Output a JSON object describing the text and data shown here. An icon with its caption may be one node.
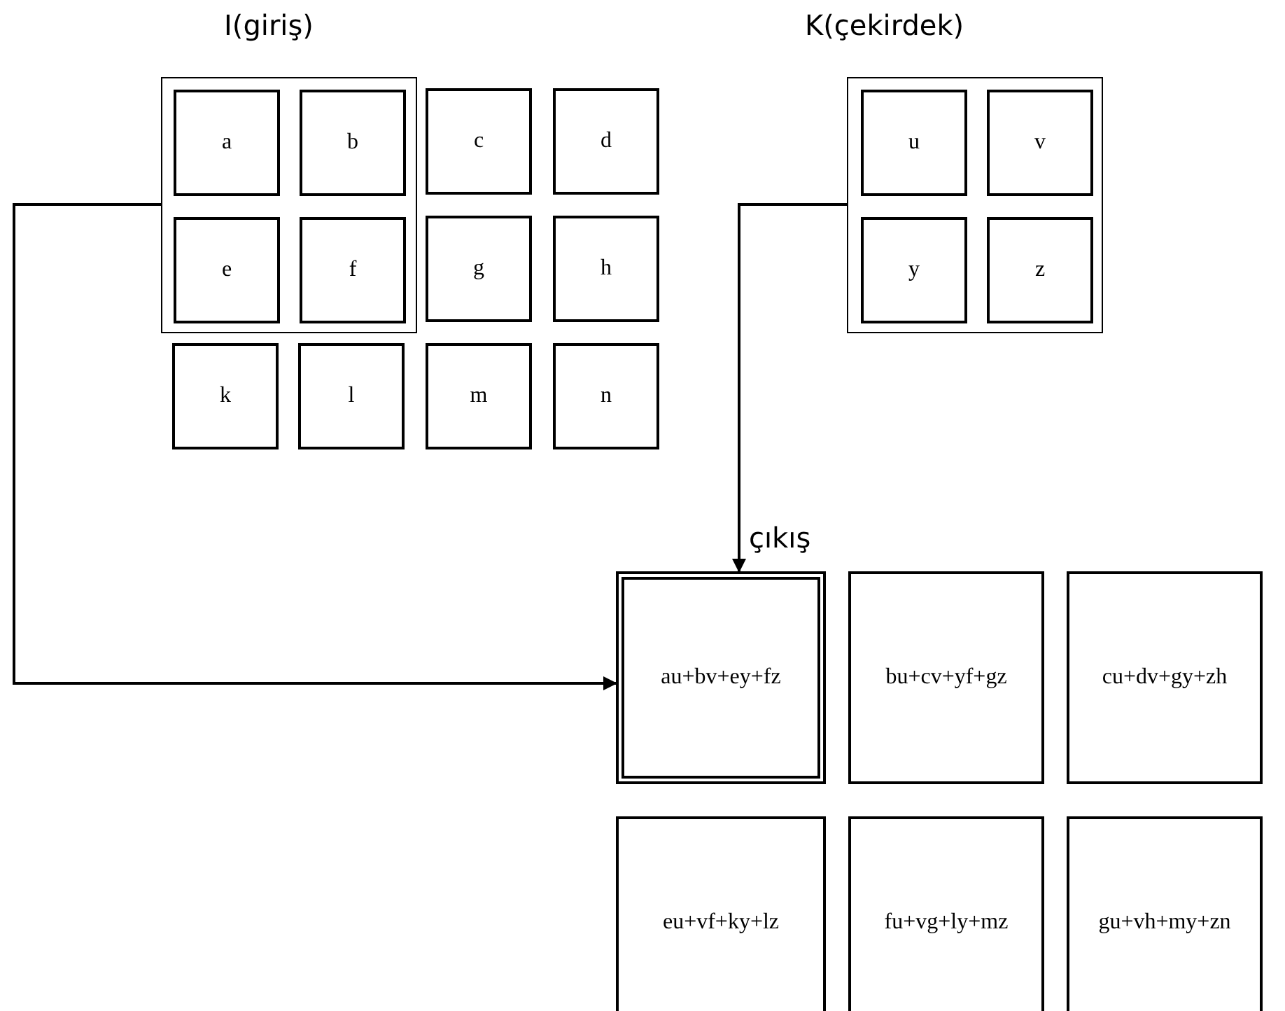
{
  "diagram": {
    "nodes": [
      {
        "text": [],
        "shape": "box"
      },
      {
        "text": [
          "a"
        ],
        "in": 0
      },
      {
        "text": [
          "b"
        ],
        "in": 0
      },
      {
        "text": [
          "c"
        ]
      },
      {
        "text": [
          "d"
        ]
      },
      {
        "text": [
          "e"
        ],
        "in": 0
      },
      {
        "text": [
          "f"
        ],
        "in": 0
      },
      {
        "text": [
          "g"
        ]
      },
      {
        "text": [
          "h"
        ]
      },
      {
        "text": [
          "k"
        ]
      },
      {
        "text": [
          "l"
        ]
      },
      {
        "text": [
          "m"
        ]
      },
      {
        "text": [
          "n"
        ]
      },
      {
        "text": [],
        "shape": "box"
      },
      {
        "text": [
          "u"
        ],
        "in": 13
      },
      {
        "text": [
          "v"
        ],
        "in": 13
      },
      {
        "text": [
          "y"
        ],
        "in": 13
      },
      {
        "text": [
          "z"
        ],
        "in": 13
      },
      {
        "text": [
          "au+bv+ey+fz"
        ]
      },
      {
        "text": [
          "bu+cv+yf+gz"
        ]
      },
      {
        "text": [
          "cu+dv+gy+zh"
        ]
      },
      {
        "text": [
          "eu+vf+ky+lz"
        ]
      },
      {
        "text": [
          "fu+vg+ly+mz"
        ]
      },
      {
        "text": [
          "gu+vh+my+zn"
        ]
      }
    ],
    "edges": [
      {
        "from": 0,
        "to": 18,
        "arrow": "to"
      },
      {
        "from": 13,
        "to": 18,
        "arrow": "to"
      }
    ],
    "labels": [
      "I(giriş)",
      "K(çekirdek)",
      "çıkış"
    ]
  }
}
